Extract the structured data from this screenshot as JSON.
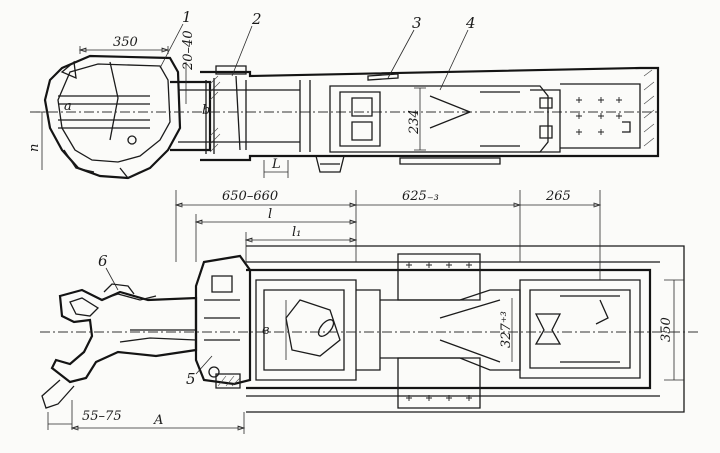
{
  "callouts": {
    "n1": "1",
    "n2": "2",
    "n3": "3",
    "n4": "4",
    "n5": "5",
    "n6": "6"
  },
  "dims": {
    "d350_top": "350",
    "d20_40": "20–40",
    "d234": "234",
    "dL": "L",
    "d650_660": "650–660",
    "dl": "l",
    "dl1": "l₁",
    "d625": "625₋₃",
    "d265": "265",
    "d327": "327⁺³",
    "d350_right": "350",
    "d55_75": "55–75",
    "dA": "A",
    "dn": "n"
  },
  "letters": {
    "a": "a",
    "b": "b",
    "v": "в"
  }
}
